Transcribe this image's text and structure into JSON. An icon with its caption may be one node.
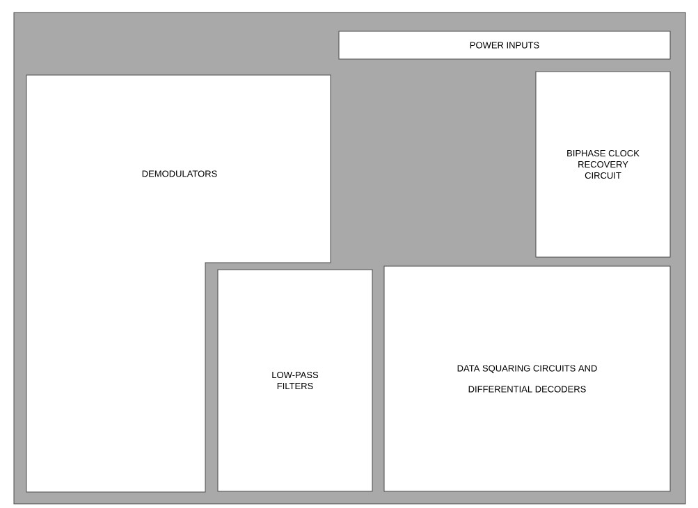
{
  "diagram": {
    "nodes": [
      {
        "text": [],
        "shape": "box"
      },
      {
        "text": [
          "POWER INPUTS"
        ],
        "in": 0
      },
      {
        "text": [
          "DEMODULATORS"
        ],
        "in": 0
      },
      {
        "text": [
          "BIPHASE CLOCK RECOVERY CIRCUIT"
        ],
        "in": 0
      },
      {
        "text": [
          "LOW-PASS FILTERS"
        ],
        "in": 0
      },
      {
        "text": [
          "DATA SQUARING CIRCUITS AND DIFFERENTIAL DECODERS"
        ],
        "in": 0
      }
    ]
  }
}
